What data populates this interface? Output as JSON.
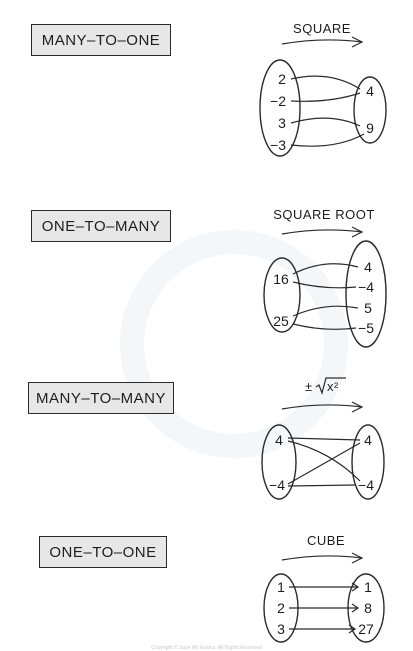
{
  "panels": [
    {
      "label": "MANY–TO–ONE",
      "function": "SQUARE",
      "domain": [
        "2",
        "−2",
        "3",
        "−3"
      ],
      "range": [
        "4",
        "9"
      ]
    },
    {
      "label": "ONE–TO–MANY",
      "function": "SQUARE ROOT",
      "domain": [
        "16",
        "25"
      ],
      "range": [
        "4",
        "−4",
        "5",
        "−5"
      ]
    },
    {
      "label": "MANY–TO–MANY",
      "function_prefix": "±",
      "function_radicand": "x²",
      "domain": [
        "4",
        "−4"
      ],
      "range": [
        "4",
        "−4"
      ]
    },
    {
      "label": "ONE–TO–ONE",
      "function": "CUBE",
      "domain": [
        "1",
        "2",
        "3"
      ],
      "range": [
        "1",
        "8",
        "27"
      ]
    }
  ],
  "footer": "Copyright © Save My Exams. All Rights Reserved"
}
